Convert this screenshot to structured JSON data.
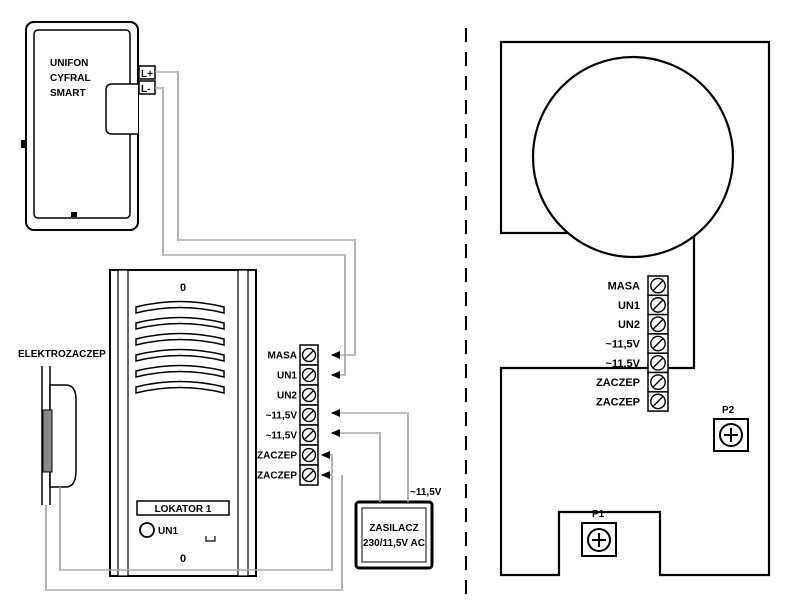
{
  "handset": {
    "lines": [
      "UNIFON",
      "CYFRAL",
      "SMART"
    ],
    "term_plus": "L+",
    "term_minus": "L-"
  },
  "left_panel": {
    "terminals": [
      "MASA",
      "UN1",
      "UN2",
      "~11,5V",
      "~11,5V",
      "ZACZEP",
      "ZACZEP"
    ],
    "plate_label": "LOKATOR 1",
    "button_label": "UN1",
    "top_mark": "0",
    "bottom_mark": "0"
  },
  "lock_label": "ELEKTROZACZEP",
  "psu": {
    "line1": "ZASILACZ",
    "line2": "230/11,5V AC",
    "out_label": "~11,5V"
  },
  "right_board": {
    "terminals": [
      "MASA",
      "UN1",
      "UN2",
      "~11,5V",
      "~11,5V",
      "ZACZEP",
      "ZACZEP"
    ],
    "pot1": "P1",
    "pot2": "P2"
  }
}
